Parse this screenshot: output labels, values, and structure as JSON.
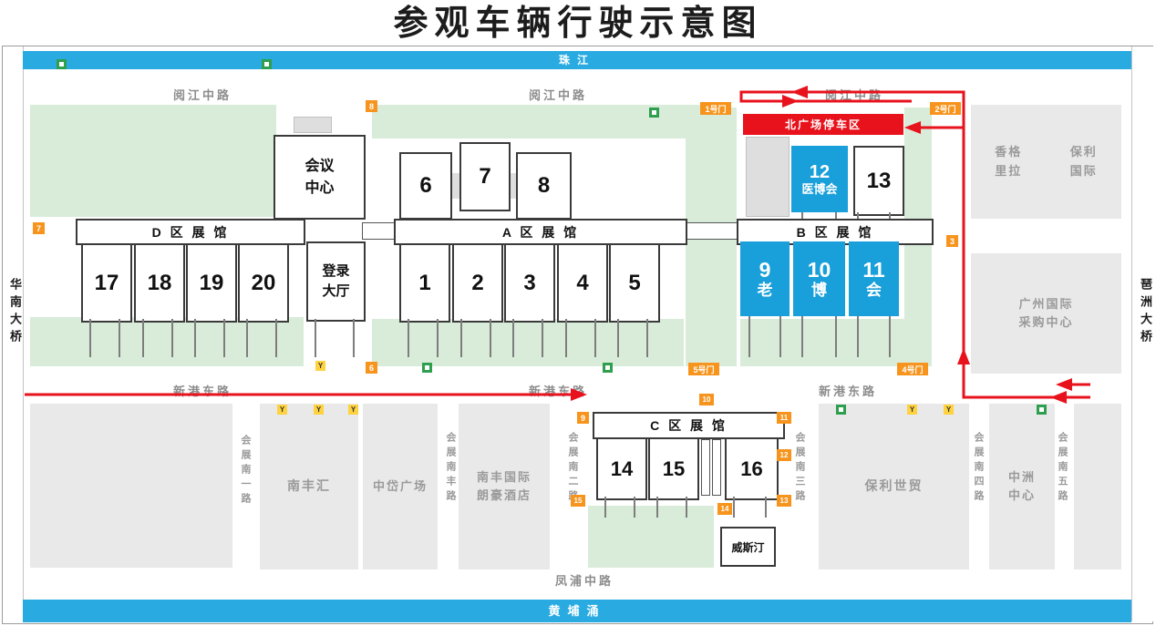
{
  "title": "参观车辆行驶示意图",
  "rivers": {
    "top": "珠江",
    "bottom": "黄埔涌"
  },
  "bridges": {
    "left": "华南大桥",
    "right": "琶洲大桥"
  },
  "roads": {
    "yuejiang": "阅江中路",
    "xingang": "新港东路",
    "fengpu": "凤浦中路",
    "south1": "会展南一路",
    "southfeng": "会展南丰路",
    "south2": "会展南二路",
    "south3": "会展南三路",
    "south4": "会展南四路",
    "south5": "会展南五路"
  },
  "zones": {
    "d": {
      "label": "D 区 展 馆",
      "halls": [
        "17",
        "18",
        "19",
        "20"
      ]
    },
    "a": {
      "label": "A 区 展 馆",
      "halls": [
        "1",
        "2",
        "3",
        "4",
        "5"
      ],
      "upper": [
        "6",
        "7",
        "8"
      ]
    },
    "b": {
      "label": "B 区 展 馆",
      "hall9": {
        "num": "9",
        "name": "老"
      },
      "hall10": {
        "num": "10",
        "name": "博"
      },
      "hall11": {
        "num": "11",
        "name": "会"
      },
      "hall12": {
        "num": "12",
        "name": "医博会"
      },
      "hall13": "13"
    },
    "c": {
      "label": "C 区 展 馆",
      "halls": [
        "14",
        "15",
        "16"
      ]
    }
  },
  "buildings": {
    "conference": "会议中心",
    "registration": "登录大厅",
    "shangrila": "香格里拉",
    "poly_intl": "保利国际",
    "sourcing": "广州国际采购中心",
    "nanfenghui": "南丰汇",
    "zhongdai": "中岱广场",
    "langham": "南丰国际朗豪酒店",
    "poly_wtc": "保利世贸",
    "zhongzhou": "中洲中心",
    "westin": "威斯汀"
  },
  "parking": {
    "north": "北广场停车区"
  },
  "gates": {
    "g1": "1号门",
    "g2": "2号门",
    "g3": "3",
    "g4": "4号门",
    "g5": "5号门",
    "m6": "6",
    "m7": "7",
    "m8": "8",
    "m9": "9",
    "m10": "10",
    "m11": "11",
    "m12": "12",
    "m13": "13",
    "m14": "14",
    "m15": "15"
  },
  "markers": {
    "taxi": "Y"
  },
  "colors": {
    "route_red": "#e8121c",
    "river_blue": "#29abe2",
    "hall_blue": "#199fd9",
    "gate_orange": "#f7941d",
    "metro_green": "#2e9e4f",
    "green_area": "#d9ecd9"
  }
}
